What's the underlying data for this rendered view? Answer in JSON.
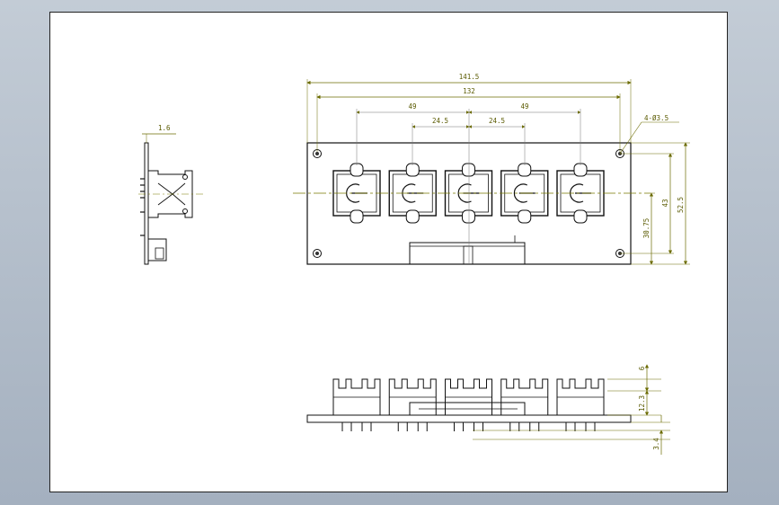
{
  "drawing": {
    "dimensions": {
      "overall_width": "141.5",
      "hole_span_width": "132",
      "left_span": "49",
      "right_span": "49",
      "left_pitch": "24.5",
      "right_pitch": "24.5",
      "hole_callout": "4-Ø3.5",
      "side_thickness": "1.6",
      "overall_height": "52.5",
      "hole_span_height": "43",
      "center_height": "30.75",
      "bottom_h1": "6",
      "bottom_h2": "12.3",
      "bottom_h3": "3.4"
    },
    "colors": {
      "sheet": "#ffffff",
      "background": "#b6c0cc",
      "outline": "#111111",
      "dimension": "#6b6b00",
      "center_line": "#7a7a00"
    },
    "sockets": 5
  }
}
